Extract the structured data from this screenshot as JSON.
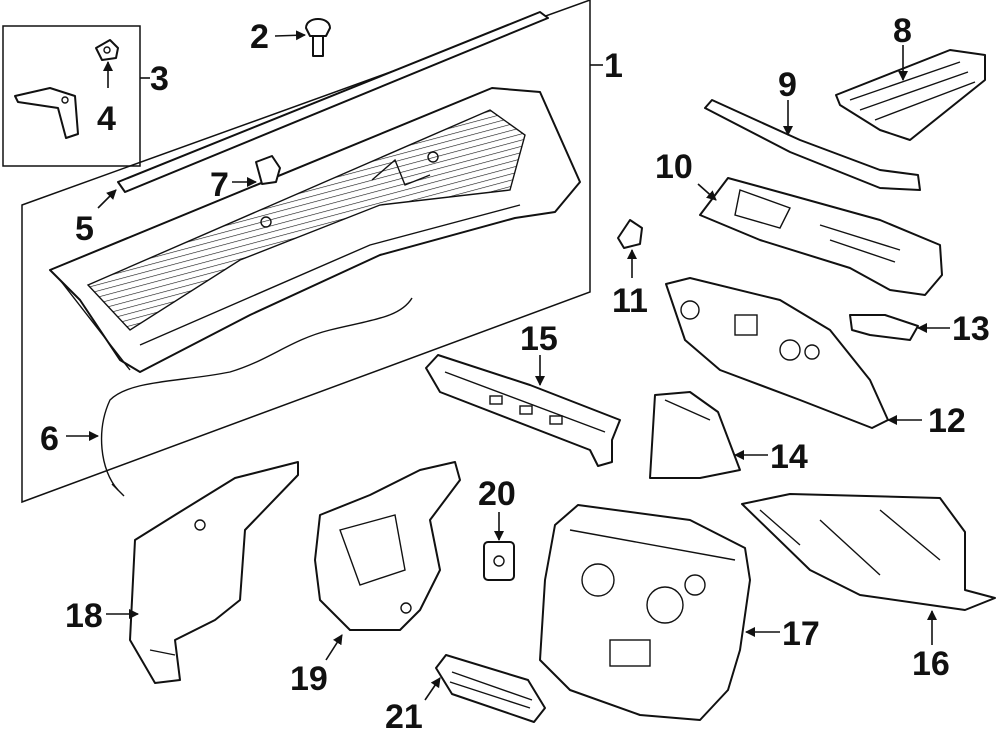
{
  "diagram": {
    "colors": {
      "line": "#111111",
      "background": "#ffffff"
    },
    "callouts": [
      {
        "id": "1",
        "label": "1"
      },
      {
        "id": "2",
        "label": "2"
      },
      {
        "id": "3",
        "label": "3"
      },
      {
        "id": "4",
        "label": "4"
      },
      {
        "id": "5",
        "label": "5"
      },
      {
        "id": "6",
        "label": "6"
      },
      {
        "id": "7",
        "label": "7"
      },
      {
        "id": "8",
        "label": "8"
      },
      {
        "id": "9",
        "label": "9"
      },
      {
        "id": "10",
        "label": "10"
      },
      {
        "id": "11",
        "label": "11"
      },
      {
        "id": "12",
        "label": "12"
      },
      {
        "id": "13",
        "label": "13"
      },
      {
        "id": "14",
        "label": "14"
      },
      {
        "id": "15",
        "label": "15"
      },
      {
        "id": "16",
        "label": "16"
      },
      {
        "id": "17",
        "label": "17"
      },
      {
        "id": "18",
        "label": "18"
      },
      {
        "id": "19",
        "label": "19"
      },
      {
        "id": "20",
        "label": "20"
      },
      {
        "id": "21",
        "label": "21"
      }
    ]
  }
}
